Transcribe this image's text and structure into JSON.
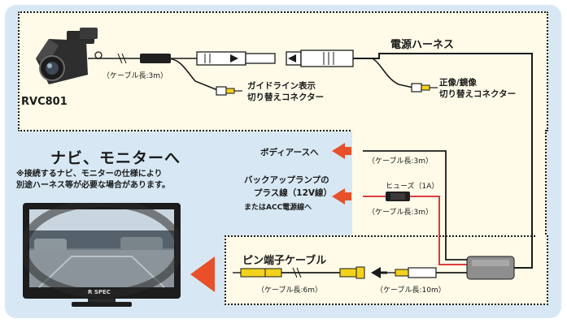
{
  "camera": {
    "model": "RVC801"
  },
  "labels": {
    "cable_3m_camera": "（ケーブル長:3m）",
    "guideline_connector_line1": "ガイドライン表示",
    "guideline_connector_line2": "切り替えコネクター",
    "power_harness": "電源ハーネス",
    "mirror_connector_line1": "正像/鏡像",
    "mirror_connector_line2": "切り替えコネクター",
    "body_earth": "ボディアースへ",
    "cable_3m_earth": "（ケーブル長:3m）",
    "backup_lamp_line1": "バックアップランプの",
    "backup_lamp_line2": "プラス線（12V線）",
    "backup_lamp_line3": "またはACC電源線へ",
    "fuse": "ヒューズ（1A）",
    "cable_3m_power": "（ケーブル長:3m）",
    "pin_cable": "ピン端子ケーブル",
    "cable_6m": "（ケーブル長:6m）",
    "cable_10m": "（ケーブル長:10m）"
  },
  "monitor": {
    "heading": "ナビ、モニターへ",
    "note_line1": "※接続するナビ、モニターの仕様により",
    "note_line2": "別途ハーネス等が必要な場合があります。",
    "brand": "R SPEC"
  },
  "colors": {
    "background": "#d7e8f4",
    "zone": "#fffbe8",
    "arrow": "#e8502a",
    "wire": "#1a1a1a",
    "red_wire": "#d8232a",
    "rca_yellow": "#f2d21c"
  }
}
